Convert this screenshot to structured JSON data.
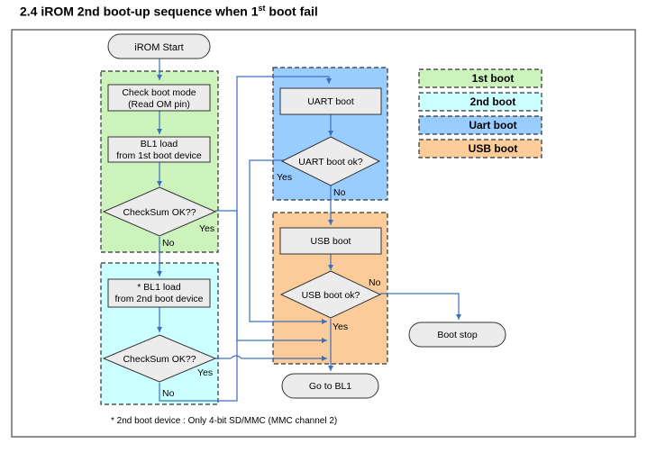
{
  "heading": {
    "prefix": "2.4 iROM 2nd boot-up sequence when 1",
    "superscript": "st",
    "suffix": " boot fail"
  },
  "nodes": {
    "irom_start": "iROM Start",
    "check_boot_mode_1": "Check boot mode",
    "check_boot_mode_2": "(Read OM pin)",
    "bl1_load_1st_1": "BL1 load",
    "bl1_load_1st_2": "from 1st boot device",
    "checksum_1": "CheckSum OK??",
    "bl1_load_2nd_1": "* BL1 load",
    "bl1_load_2nd_2": "from 2nd boot device",
    "checksum_2": "CheckSum OK??",
    "uart_boot": "UART boot",
    "uart_ok": "UART boot ok?",
    "usb_boot": "USB boot",
    "usb_ok": "USB boot ok?",
    "boot_stop": "Boot stop",
    "go_to_bl1": "Go to BL1"
  },
  "edge_labels": {
    "yes": "Yes",
    "no": "No"
  },
  "legend": {
    "first": "1st boot",
    "second": "2nd boot",
    "uart": "Uart boot",
    "usb": "USB boot"
  },
  "footnote": "* 2nd boot device : Only 4-bit SD/MMC (MMC channel 2)",
  "colors": {
    "first_boot": "#cdf3bd",
    "second_boot": "#ccffff",
    "uart_boot": "#99ccff",
    "usb_boot": "#fbcc99",
    "arrow": "#3d6fc0",
    "box_fill": "#ececec"
  }
}
